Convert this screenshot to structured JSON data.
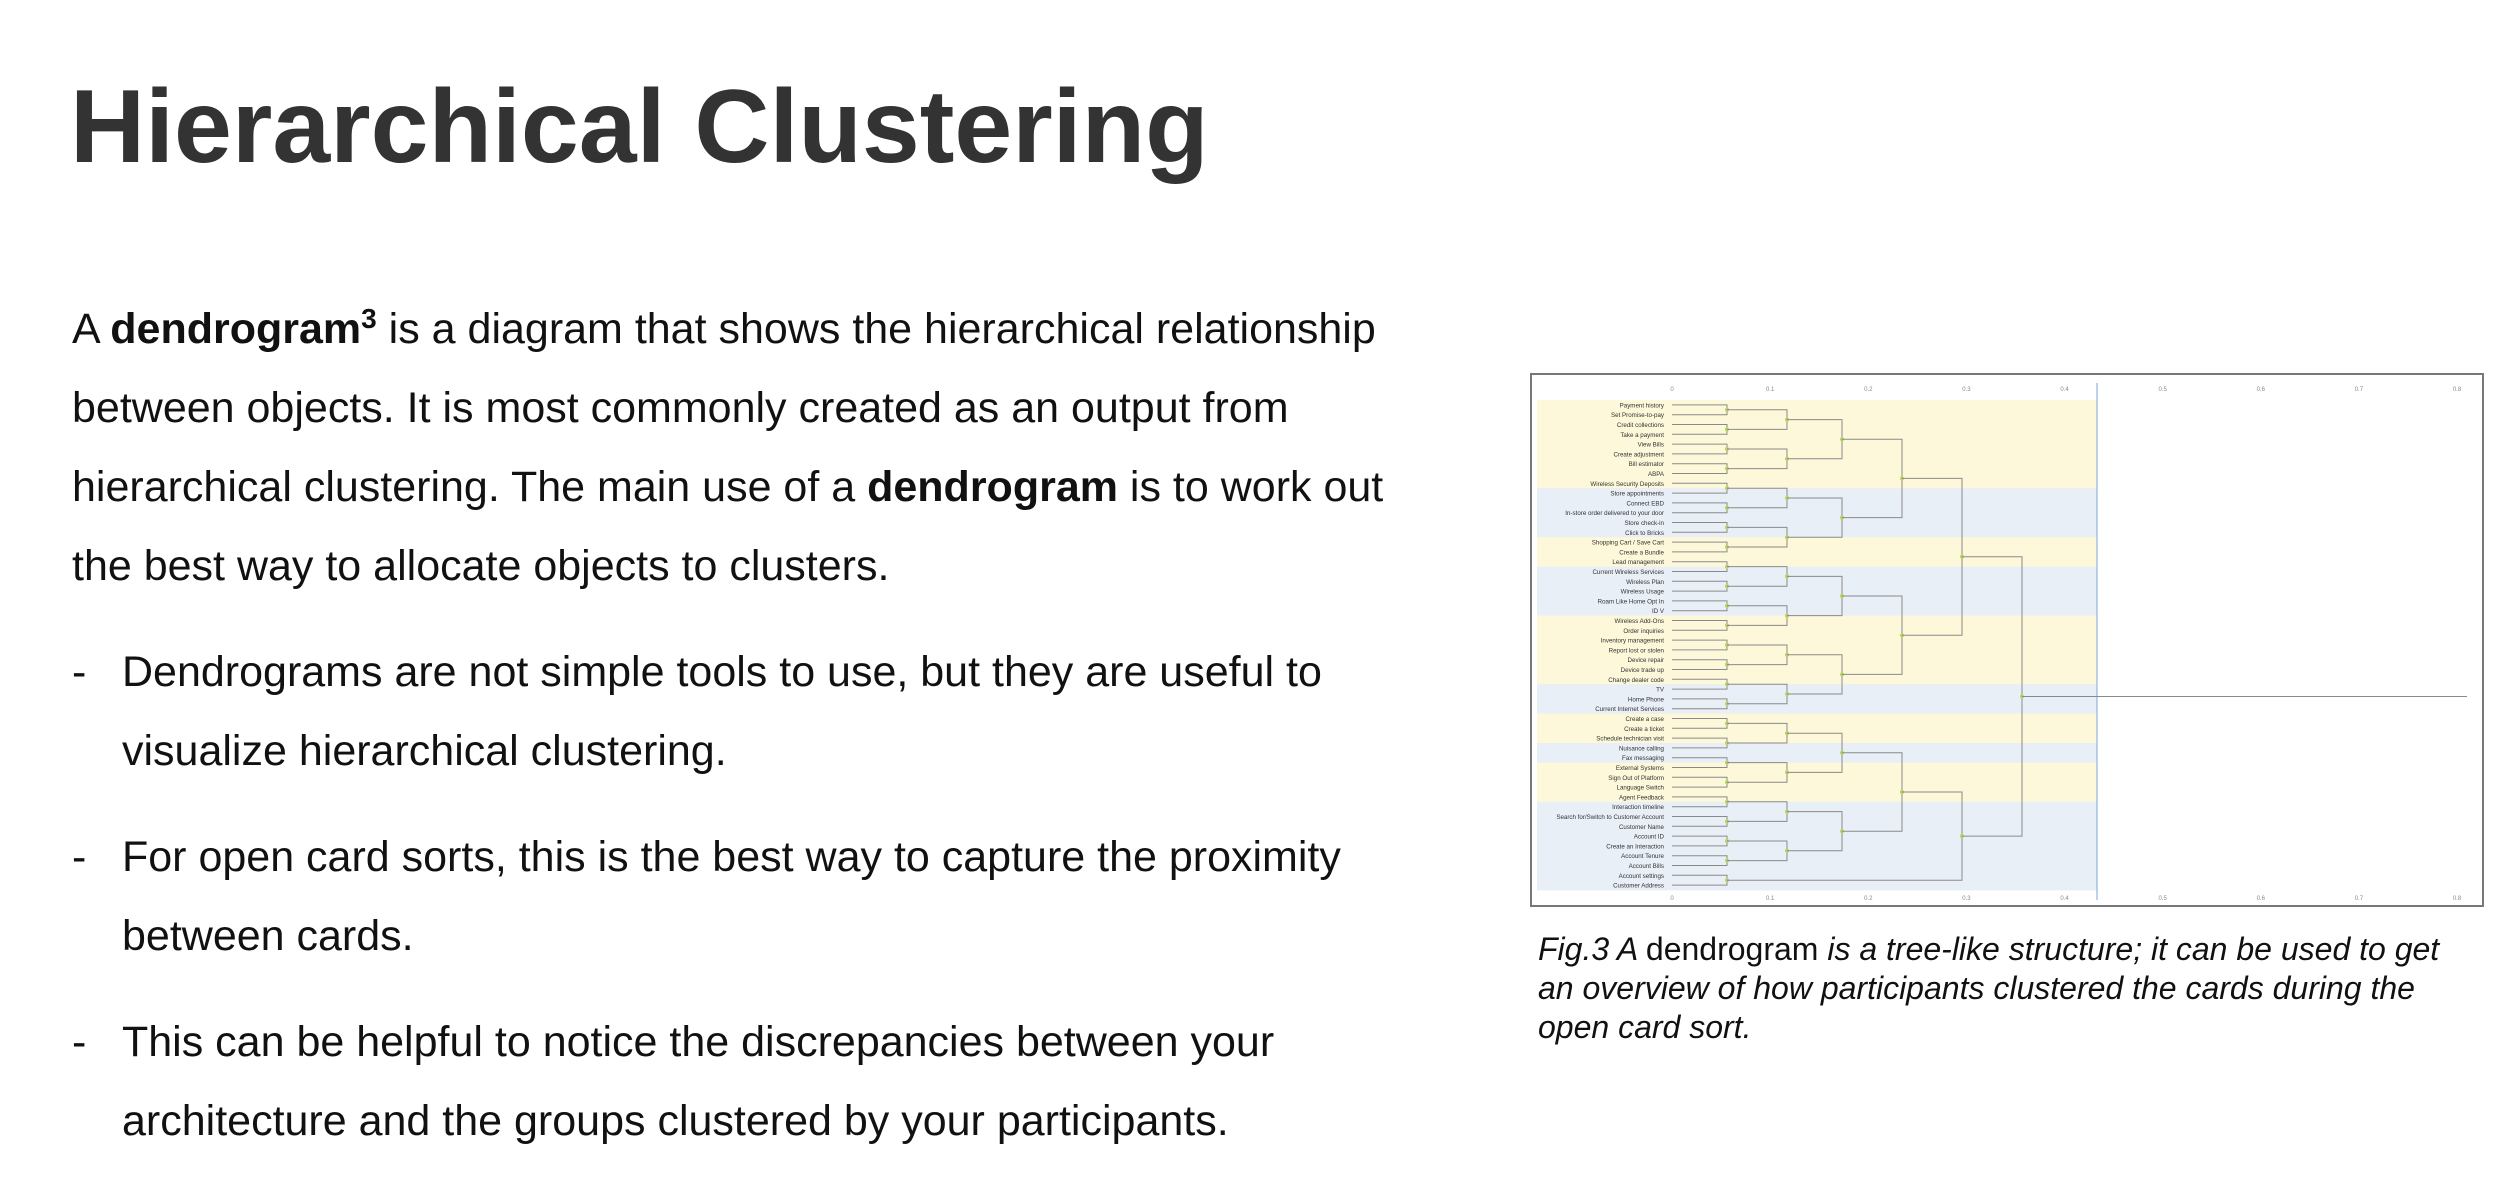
{
  "slide": {
    "title": "Hierarchical Clustering",
    "intro": {
      "p1": "A ",
      "term": "dendrogram",
      "sup": "3",
      "p2": " is a diagram that shows the hierarchical relationship between objects. It is most commonly created as an output from hierarchical clustering. The main use of a ",
      "term2": "dendrogram",
      "p3": " is to work out the best way to allocate objects to clusters."
    },
    "bullets": [
      "Dendrograms are not simple tools to use, but they are useful to visualize hierarchical clustering.",
      "For open card sorts, this is the best way to capture the proximity between cards.",
      "This can be helpful to notice the discrepancies between your architecture and the groups clustered by your participants."
    ],
    "bullet_marker": "-",
    "caption": {
      "lead": "Fig.3 A ",
      "term": "dendrogram",
      "rest": " is a tree-like structure; it can be used to get an overview of how participants clustered the cards during the open card sort."
    }
  },
  "figure": {
    "top_ticks": [
      "0",
      "0.1",
      "0.2",
      "0.3",
      "0.4",
      "0.5",
      "0.6",
      "0.7",
      "0.8"
    ],
    "highlight_tick": "0.4",
    "leaves": [
      "Payment history",
      "Set Promise-to-pay",
      "Credit collections",
      "Take a payment",
      "View Bills",
      "Create adjustment",
      "Bill estimator",
      "ABPA",
      "Wireless Security Deposits",
      "Store appointments",
      "Connect EBD",
      "In-store order delivered to your door",
      "Store check-in",
      "Click to Bricks",
      "Shopping Cart / Save Cart",
      "Create a Bundle",
      "Lead management",
      "Current Wireless Services",
      "Wireless Plan",
      "Wireless Usage",
      "Roam Like Home Opt In",
      "ID V",
      "Wireless Add-Ons",
      "Order inquiries",
      "Inventory management",
      "Report lost or stolen",
      "Device repair",
      "Device trade up",
      "Change dealer code",
      "TV",
      "Home Phone",
      "Current Internet Services",
      "Create a case",
      "Create a ticket",
      "Schedule technician visit",
      "Nuisance calling",
      "Fax messaging",
      "External Systems",
      "Sign Out of Platform",
      "Language Switch",
      "Agent Feedback",
      "Interaction timeline",
      "Search for/Switch to Customer Account",
      "Customer Name",
      "Account ID",
      "Create an Interaction",
      "Account Tenure",
      "Account Bills",
      "Account settings",
      "Customer Address"
    ],
    "bands": [
      "yellow",
      "yellow",
      "yellow",
      "yellow",
      "yellow",
      "yellow",
      "yellow",
      "yellow",
      "yellow",
      "blue",
      "blue",
      "blue",
      "blue",
      "blue",
      "yellow",
      "yellow",
      "yellow",
      "blue",
      "blue",
      "blue",
      "blue",
      "blue",
      "yellow",
      "yellow",
      "yellow",
      "yellow",
      "yellow",
      "yellow",
      "yellow",
      "blue",
      "blue",
      "blue",
      "yellow",
      "yellow",
      "yellow",
      "blue",
      "blue",
      "yellow",
      "yellow",
      "yellow",
      "yellow",
      "blue",
      "blue",
      "blue",
      "blue",
      "blue",
      "blue",
      "blue",
      "blue",
      "blue"
    ],
    "colors": {
      "yellow_band": "#fdf8d9",
      "blue_band": "#e9eff7",
      "line": "#8a8a8a",
      "node": "#b7d35c",
      "cutoff": "#7fa6d8"
    }
  }
}
